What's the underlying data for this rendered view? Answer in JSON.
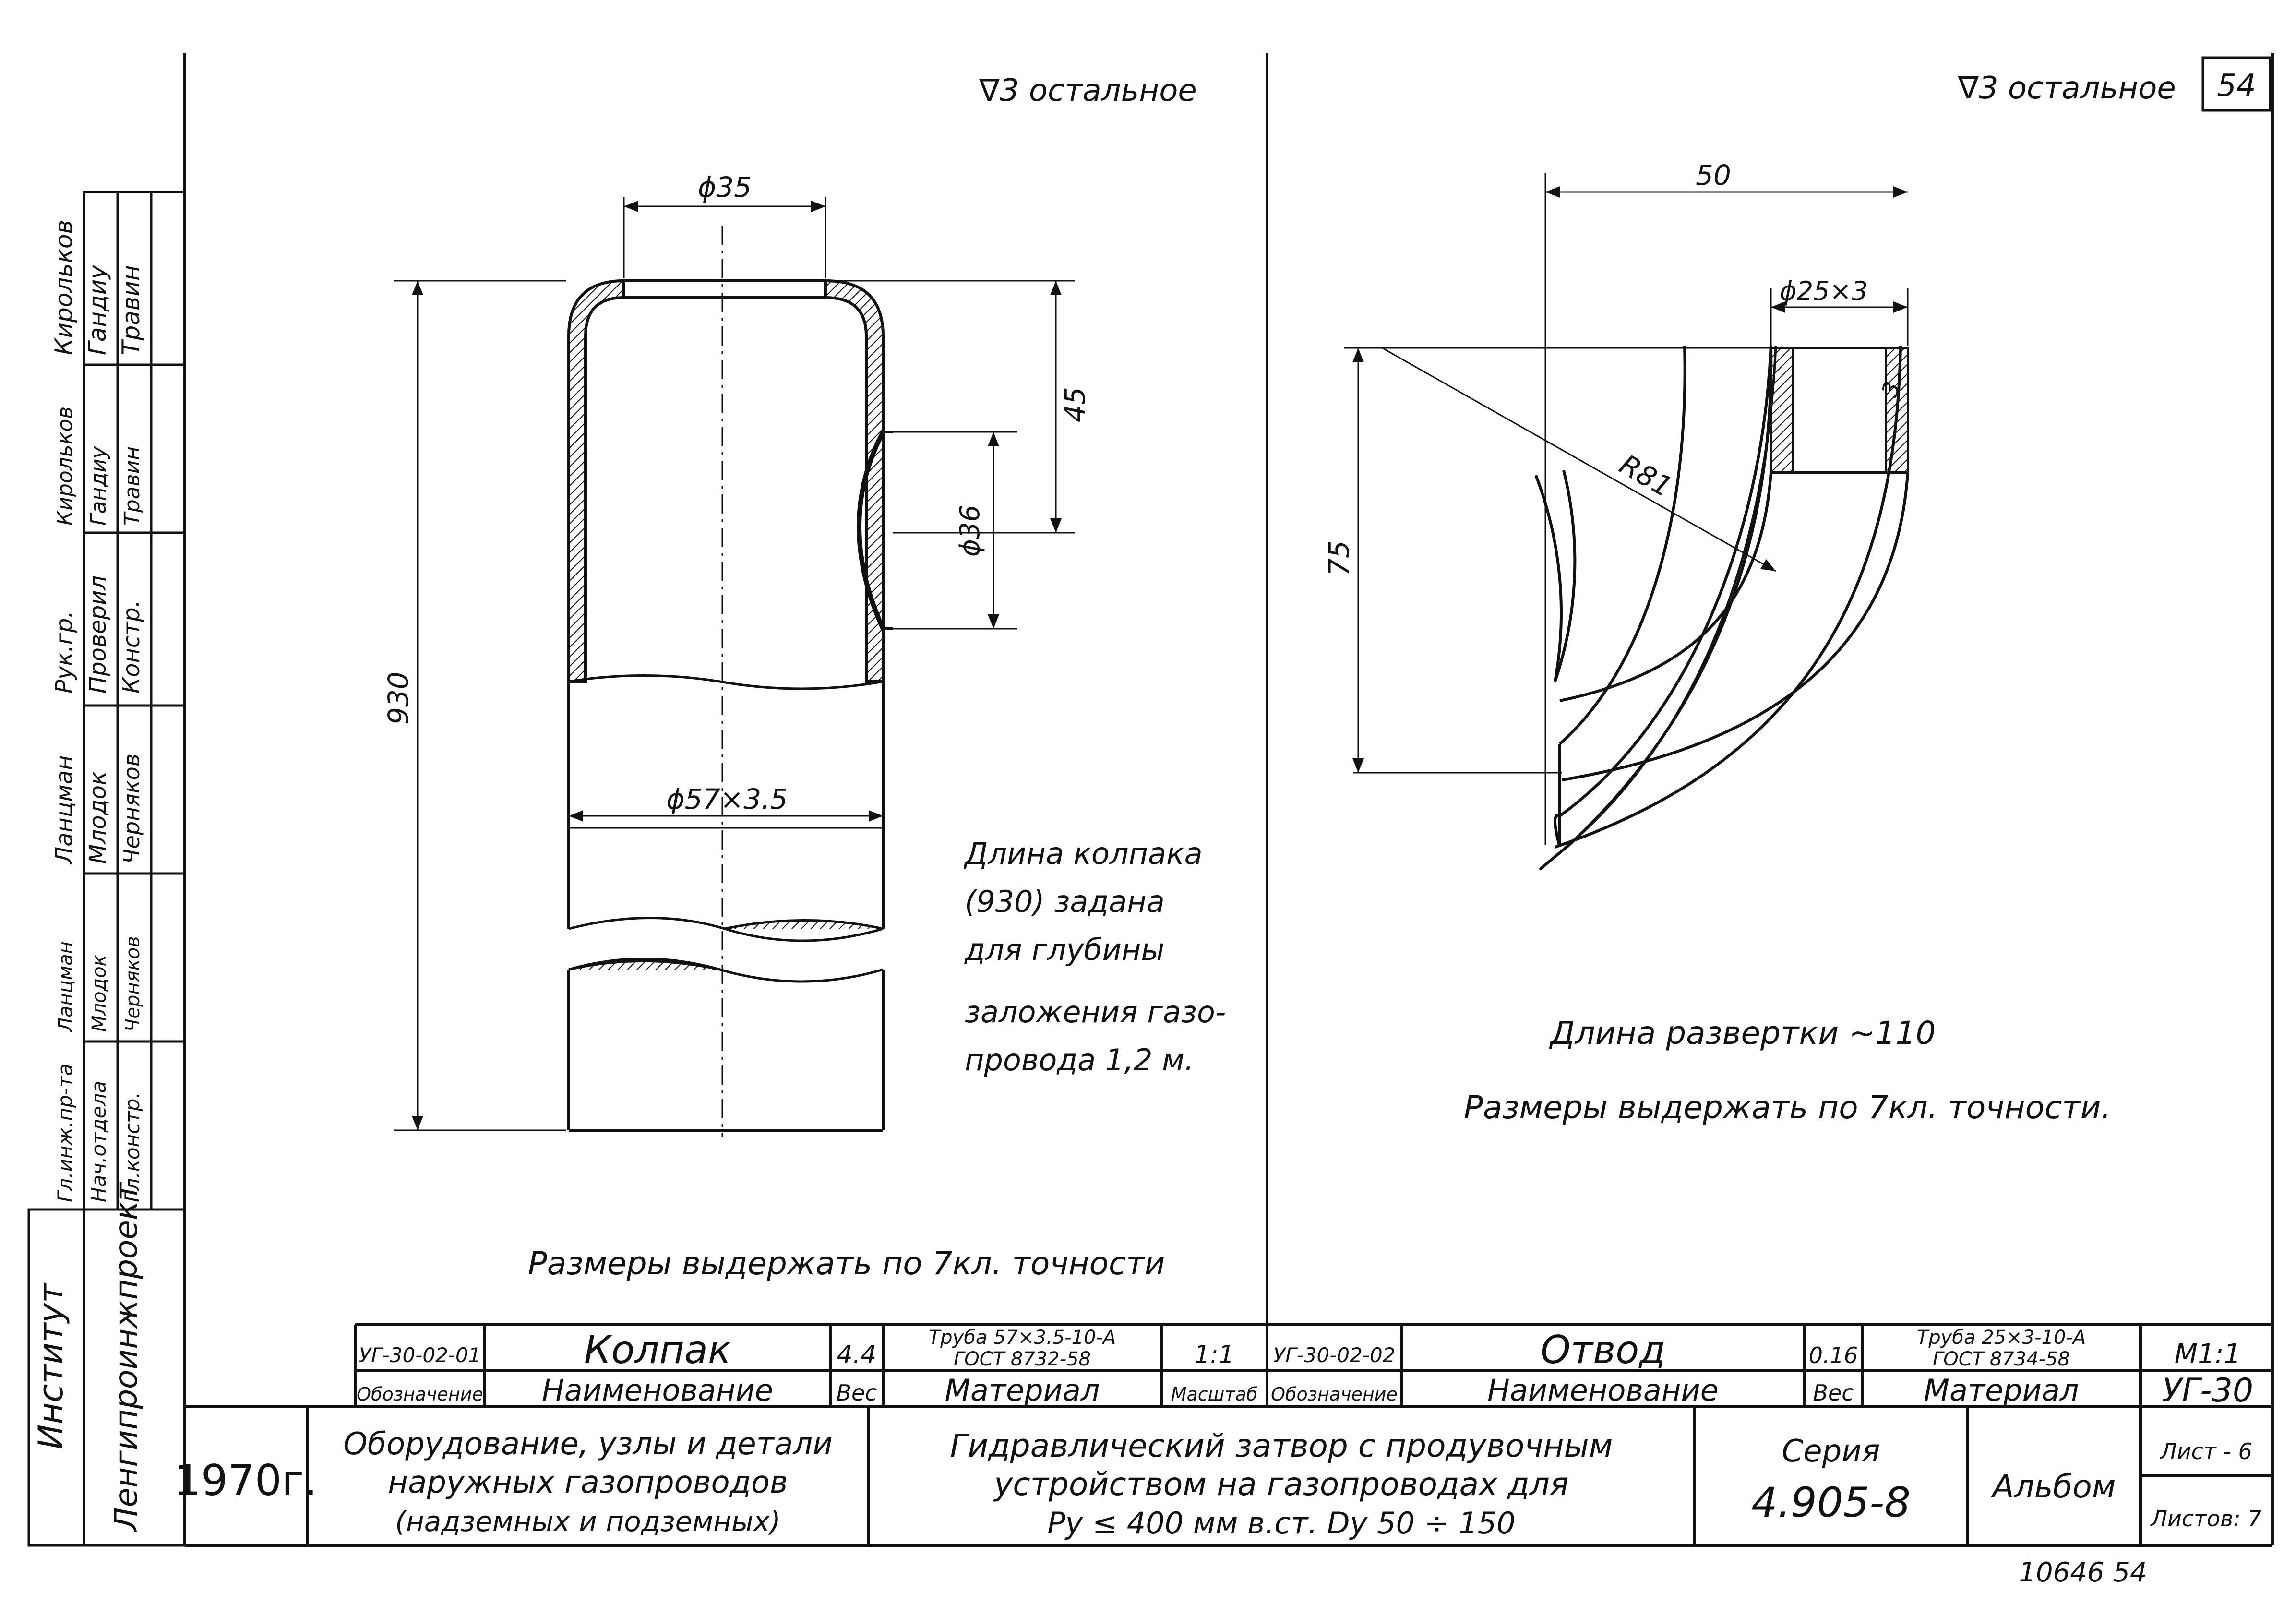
{
  "page_number": "54",
  "stamp_number": "10646  54",
  "surface_finish": "∇3 остальное",
  "left_part": {
    "dim_top_diameter": "ϕ35",
    "dim_height_45": "45",
    "dim_branch_diameter": "ϕ36",
    "dim_total_length": "930",
    "dim_pipe": "ϕ57×3.5",
    "note_lines": [
      "Длина колпака",
      "(930) задана",
      "для глубины",
      "заложения газо-",
      "провода 1,2 м."
    ],
    "tolerance_note": "Размеры выдержать по 7кл. точности"
  },
  "right_part": {
    "dim_width_50": "50",
    "dim_pipe": "ϕ25×3",
    "dim_radius": "R81",
    "dim_height_75": "75",
    "dim_wall_3": "3",
    "unfold_length": "Длина развертки ~110",
    "tolerance_note": "Размеры выдержать по 7кл. точности."
  },
  "side_stamp": {
    "institute_label": "Институт",
    "institute_name": "Ленгипроинжпроект",
    "columns": [
      {
        "role": "Гл.инж.пр-та",
        "name": "Кирольков",
        "signature": "Кирольков"
      },
      {
        "role": "Нач.отдела",
        "name": "Гандиу",
        "signature": "Гандиу"
      },
      {
        "role": "Гл.констр.",
        "name": "Травин",
        "signature": "Травин"
      },
      {
        "role": "Рук.гр.",
        "name": "Ланцман",
        "signature": "Ланцман"
      },
      {
        "role": "Проверил",
        "name": "Млодок",
        "signature": "Млодок"
      },
      {
        "role": "Констр.",
        "name": "Черняков",
        "signature": "Черняков"
      }
    ]
  },
  "parts_table": {
    "left": {
      "designation": "УГ-30-02-01",
      "name": "Колпак",
      "weight": "4.4",
      "material_line1": "Труба 57×3.5-10-А",
      "material_line2": "ГОСТ 8732-58",
      "scale": "1:1"
    },
    "right": {
      "designation": "УГ-30-02-02",
      "name": "Отвод",
      "weight": "0.16",
      "material_line1": "Труба 25×3-10-А",
      "material_line2": "ГОСТ 8734-58",
      "scale": "М1:1"
    },
    "header": {
      "designation": "Обозначение",
      "name": "Наименование",
      "weight": "Вес",
      "material": "Материал",
      "scale": "Масштаб"
    },
    "code": "УГ-30"
  },
  "title_block": {
    "year": "1970г.",
    "subject_line1": "Оборудование, узлы и детали",
    "subject_line2": "наружных газопроводов",
    "subject_line3": "(надземных и подземных)",
    "title_line1": "Гидравлический затвор с продувочным",
    "title_line2": "устройством на газопроводах для",
    "title_line3": "Pу ≤ 400 мм в.ст.  Dу 50 ÷ 150",
    "series_label": "Серия",
    "series_number": "4.905-8",
    "album": "Альбом",
    "sheet_label": "Лист - 6",
    "sheets_label": "Листов: 7"
  }
}
